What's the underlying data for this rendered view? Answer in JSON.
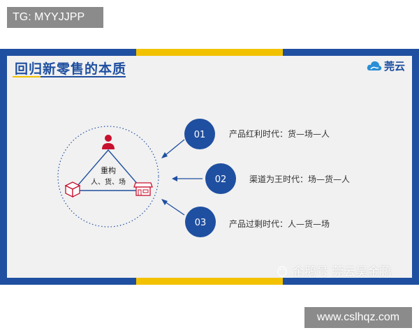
{
  "top_tag": "TG: MYYJJPP",
  "slide": {
    "title": "回归新零售的本质",
    "logo_text": "莞云",
    "center_title": "重构",
    "center_subtitle": "人、货、场",
    "items": [
      {
        "number": "01",
        "text": "产品红利时代：货—场—人"
      },
      {
        "number": "02",
        "text": "渠道为王时代：场—货—人"
      },
      {
        "number": "03",
        "text": "产品过剩时代：人—货—场"
      }
    ],
    "colors": {
      "brand": "#1f4fa0",
      "accent": "#f2c200",
      "person": "#c8102e",
      "store": "#c8102e",
      "box": "#c8102e"
    }
  },
  "watermark": "企鹅号 莞云吴金鹏",
  "bottom_tag": "www.cslhqz.com"
}
